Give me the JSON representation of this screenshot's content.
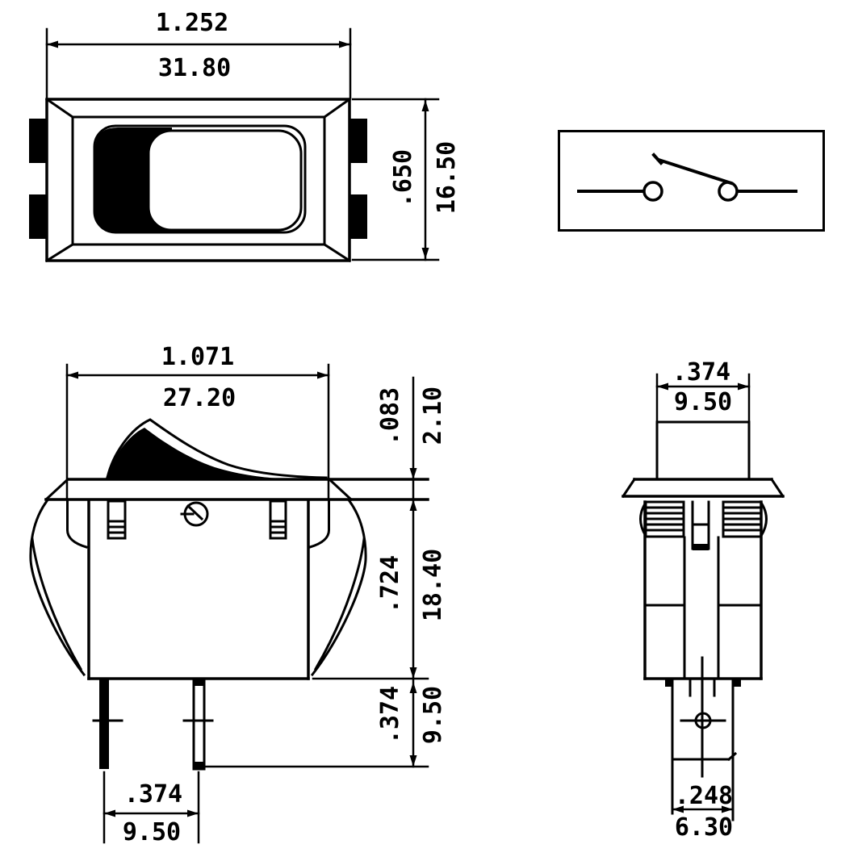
{
  "colors": {
    "ink": "#000000",
    "paper": "#ffffff"
  },
  "views": {
    "top": {
      "width": {
        "inch": "1.252",
        "mm": "31.80"
      },
      "height": {
        "inch": ".650",
        "mm": "16.50"
      }
    },
    "schematic": {
      "symbol": "spst-open-switch-symbol"
    },
    "front": {
      "width": {
        "inch": "1.071",
        "mm": "27.20"
      },
      "bezel": {
        "inch": ".083",
        "mm": "2.10"
      },
      "body": {
        "inch": ".724",
        "mm": "18.40"
      },
      "terminal": {
        "inch": ".374",
        "mm": "9.50"
      },
      "pitch": {
        "inch": ".374",
        "mm": "9.50"
      }
    },
    "side": {
      "width": {
        "inch": ".374",
        "mm": "9.50"
      },
      "terminal": {
        "inch": ".248",
        "mm": "6.30"
      }
    }
  }
}
